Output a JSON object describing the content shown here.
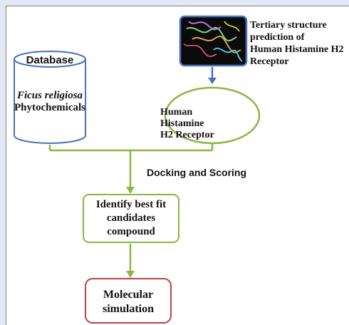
{
  "database": {
    "title": "Database",
    "line1": "Ficus religiosa",
    "line2": "Phytochemicals"
  },
  "receptor": {
    "line1": "Human",
    "line2": "Histamine",
    "line3": "H2 Receptor"
  },
  "tertiary": {
    "line1": "Tertiary structure",
    "line2": "prediction of",
    "line3": "Human Histamine H2",
    "line4": "Receptor"
  },
  "docking": {
    "label": "Docking and Scoring"
  },
  "identify": {
    "line1": "Identify best fit",
    "line2": "candidates",
    "line3": "compound"
  },
  "molecular": {
    "line1": "Molecular",
    "line2": "simulation"
  },
  "colors": {
    "page_background": "#e4e8f4",
    "panel_background": "#ffffff",
    "database_border": "#4a72b8",
    "receptor_border": "#8db544",
    "connector": "#8db544",
    "identify_border": "#8db544",
    "molecular_border": "#c0404a",
    "structure_image_border": "#4a72b8",
    "arrow_blue": "#4a72b8"
  }
}
